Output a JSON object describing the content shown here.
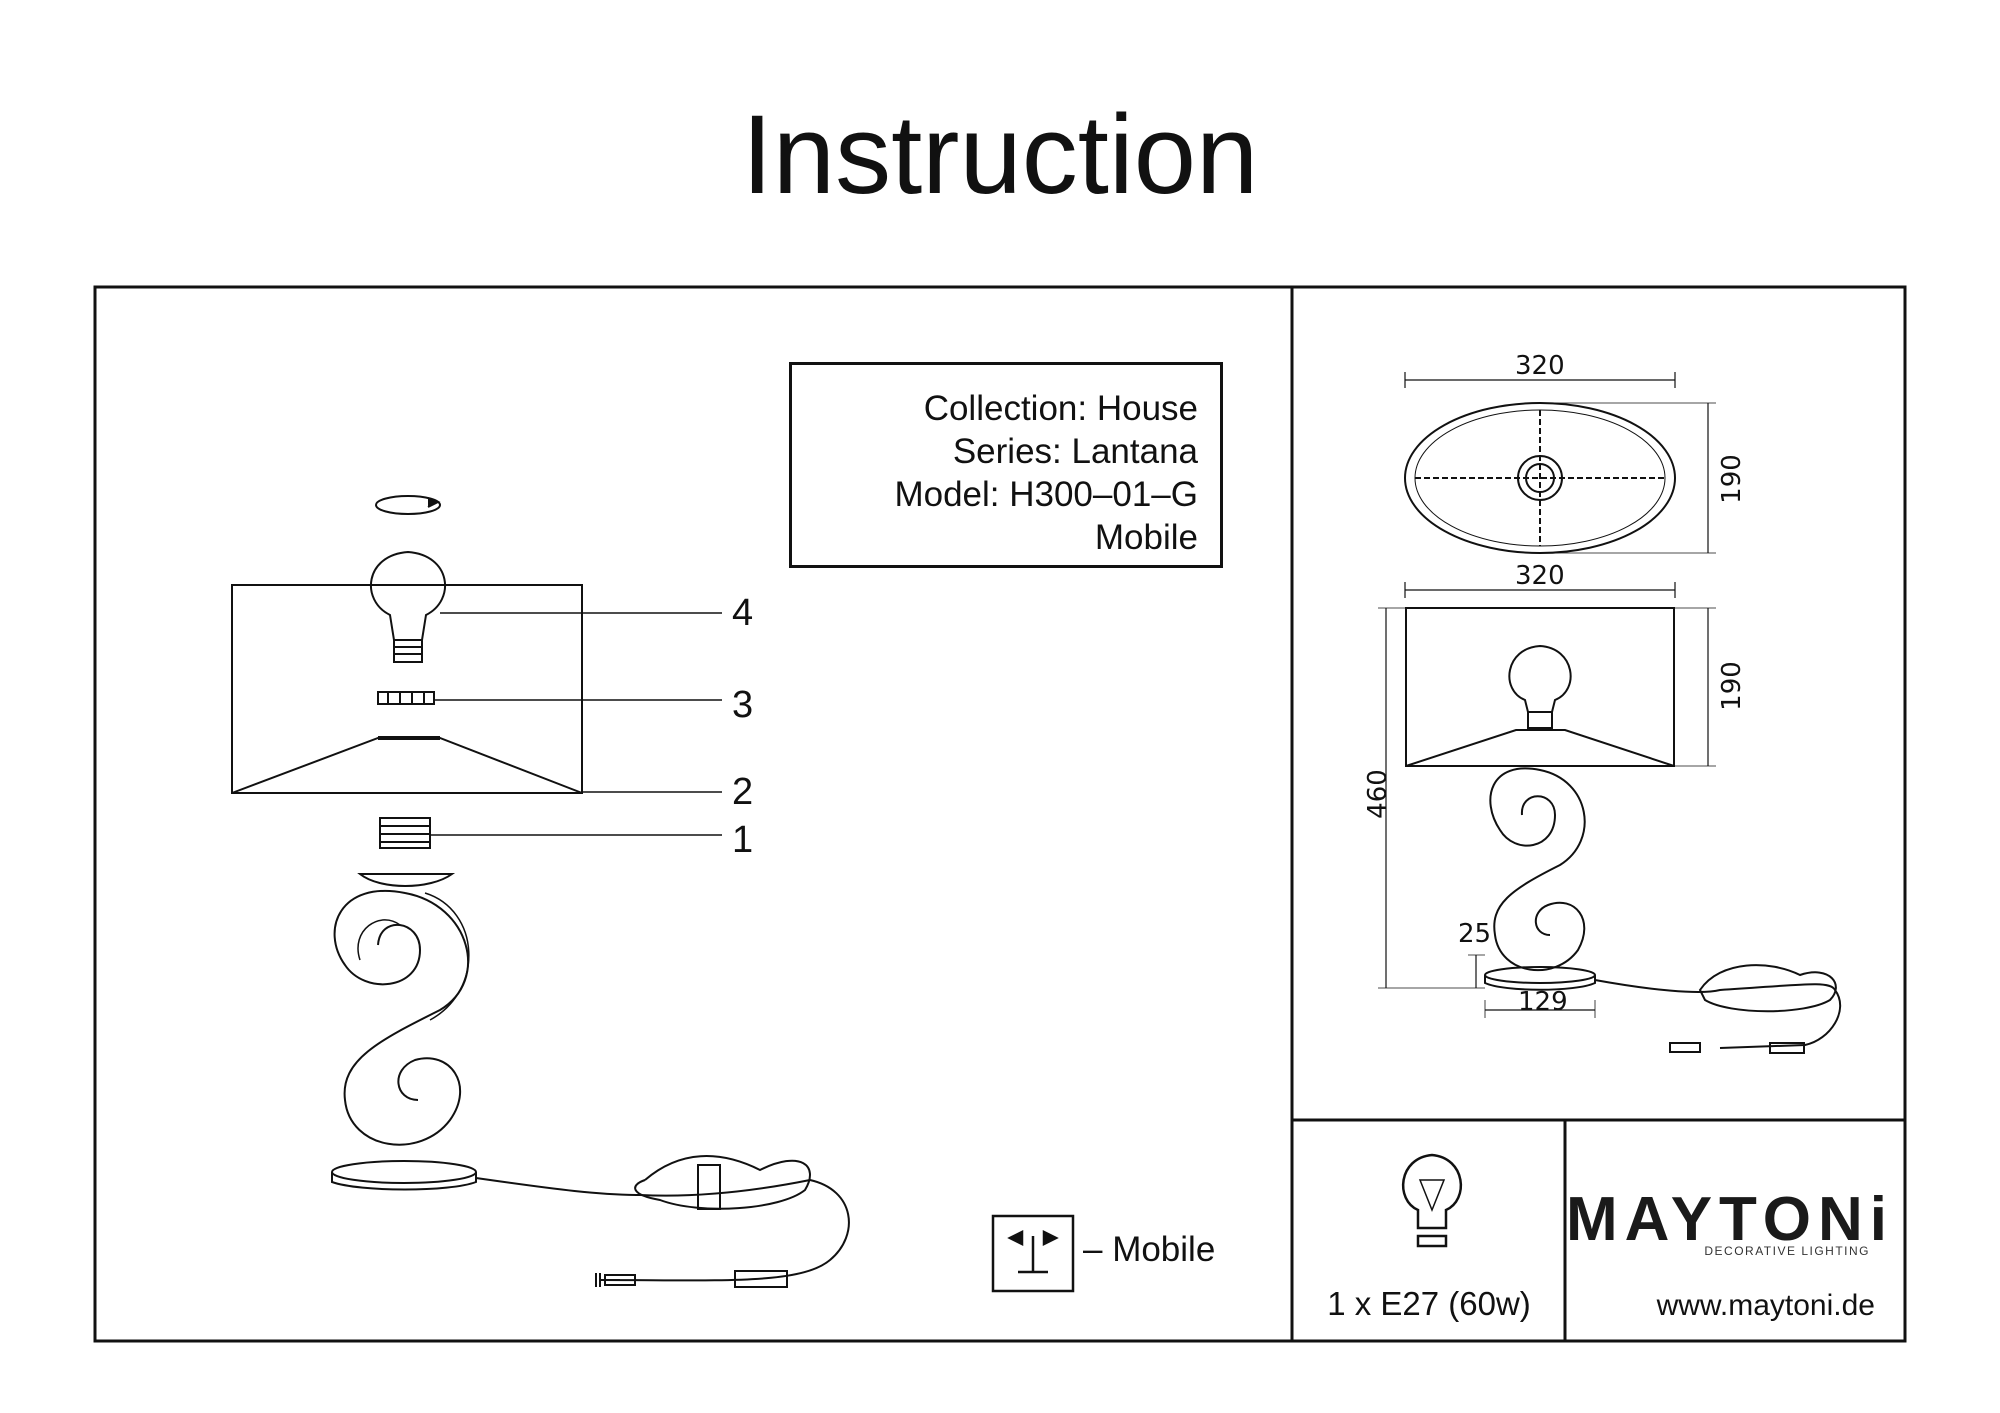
{
  "title": "Instruction",
  "info": {
    "collection": "Collection: House",
    "series": "Series: Lantana",
    "model": "Model: H300–01–G",
    "type": "Mobile"
  },
  "callouts": [
    "4",
    "3",
    "2",
    "1"
  ],
  "dimensions": {
    "top_width": "320",
    "top_depth": "190",
    "side_width": "320",
    "shade_height": "190",
    "total_height": "460",
    "base_height": "25",
    "base_width": "129"
  },
  "mobile_label": "– Mobile",
  "bulb_spec": "1 x E27 (60w)",
  "brand": {
    "name": "MAYTONi",
    "tagline": "DECORATIVE LIGHTING",
    "website": "www.maytoni.de"
  },
  "icons": [
    "rotate-arrow-icon",
    "bulb-icon",
    "mobile-lamp-icon"
  ]
}
